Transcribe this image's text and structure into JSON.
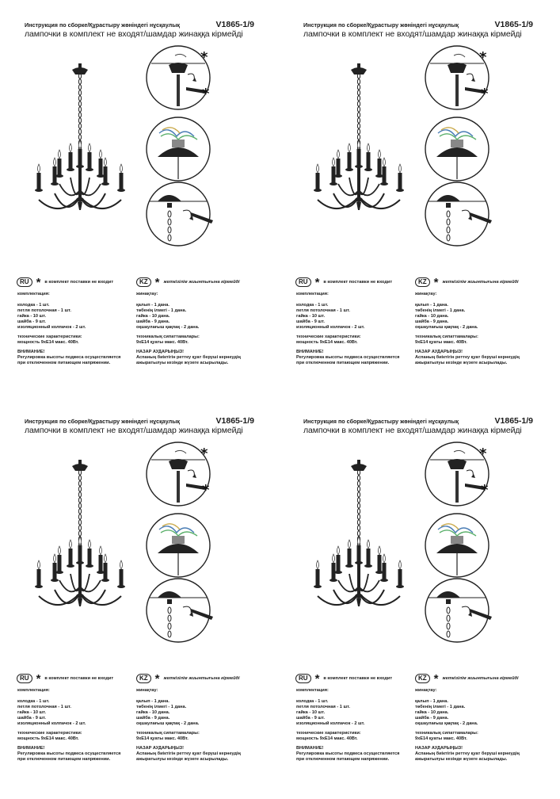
{
  "panels": [
    {
      "title": "Инструкция по сборке/Құрастыру жөніндегі нұсқаулық",
      "model": "V1865-1/9",
      "subtitle": "лампочки в комплект не входят/шамдар жинаққа кірмейді",
      "step_icons": [
        "ceiling-mount-nut-step",
        "wiring-connection-step",
        "cup-chain-adjust-step"
      ],
      "ru": {
        "badge": "RU",
        "star": "*",
        "star_note": "в комплект поставки не входит",
        "heading": "комплектация:",
        "items": [
          "колодка - 1 шт.",
          "петля потолочная - 1 шт.",
          "гайка - 10 шт.",
          "шайба - 9 шт.",
          "изоляционный колпачок - 2 шт."
        ],
        "specs_heading": "технические характеристики:",
        "specs": "мощность 9хE14 макс. 40Вт.",
        "warning_heading": "ВНИМАНИЕ!",
        "warning_lines": [
          "Регулировка высоты подвеса осуществляется",
          "при отключенном питающем напряжении."
        ]
      },
      "kz": {
        "badge": "KZ",
        "star": "*",
        "star_note": "жеткізілім жиынтығына кірмейді",
        "heading": "жинақтау:",
        "items": [
          "қалып - 1 дана.",
          "төбенің ілмегі - 1 дана.",
          "гайка - 10 дана.",
          "шайба - 9 дана.",
          "оқшаулағыш қақпақ - 2 дана."
        ],
        "specs_heading": "техникалық сипаттамалары:",
        "specs": "9хE14 қуаты макс. 40Вт.",
        "warning_heading": "НАЗАР АУДАРЫҢЫЗ!",
        "warning_lines": [
          "Аспаның биіктігін реттеу қуат беруші кернеудің",
          "ажыратылуы кезінде жүзеге асырылады."
        ]
      }
    },
    {
      "title": "Инструкция по сборке/Құрастыру жөніндегі нұсқаулық",
      "model": "V1865-1/9",
      "subtitle": "лампочки в комплект не входят/шамдар жинаққа кірмейді",
      "step_icons": [
        "ceiling-mount-nut-step",
        "wiring-connection-step",
        "cup-chain-adjust-step"
      ],
      "ru": {
        "badge": "RU",
        "star": "*",
        "star_note": "в комплект поставки не входит",
        "heading": "комплектация:",
        "items": [
          "колодка - 1 шт.",
          "петля потолочная - 1 шт.",
          "гайка - 10 шт.",
          "шайба - 9 шт.",
          "изоляционный колпачок - 2 шт."
        ],
        "specs_heading": "технические характеристики:",
        "specs": "мощность 9хE14 макс. 40Вт.",
        "warning_heading": "ВНИМАНИЕ!",
        "warning_lines": [
          "Регулировка высоты подвеса осуществляется",
          "при отключенном питающем напряжении."
        ]
      },
      "kz": {
        "badge": "KZ",
        "star": "*",
        "star_note": "жеткізілім жиынтығына кірмейді",
        "heading": "жинақтау:",
        "items": [
          "қалып - 1 дана.",
          "төбенің ілмегі - 1 дана.",
          "гайка - 10 дана.",
          "шайба - 9 дана.",
          "оқшаулағыш қақпақ - 2 дана."
        ],
        "specs_heading": "техникалық сипаттамалары:",
        "specs": "9хE14 қуаты макс. 40Вт.",
        "warning_heading": "НАЗАР АУДАРЫҢЫЗ!",
        "warning_lines": [
          "Аспаның биіктігін реттеу қуат беруші кернеудің",
          "ажыратылуы кезінде жүзеге асырылады."
        ]
      }
    },
    {
      "title": "Инструкция по сборке/Құрастыру жөніндегі нұсқаулық",
      "model": "V1865-1/9",
      "subtitle": "лампочки в комплект не входят/шамдар жинаққа кірмейді",
      "step_icons": [
        "ceiling-mount-nut-step",
        "wiring-connection-step",
        "cup-chain-adjust-step"
      ],
      "ru": {
        "badge": "RU",
        "star": "*",
        "star_note": "в комплект поставки не входит",
        "heading": "комплектация:",
        "items": [
          "колодка - 1 шт.",
          "петля потолочная - 1 шт.",
          "гайка - 10 шт.",
          "шайба - 9 шт.",
          "изоляционный колпачок - 2 шт."
        ],
        "specs_heading": "технические характеристики:",
        "specs": "мощность 9хE14 макс. 40Вт.",
        "warning_heading": "ВНИМАНИЕ!",
        "warning_lines": [
          "Регулировка высоты подвеса осуществляется",
          "при отключенном питающем напряжении."
        ]
      },
      "kz": {
        "badge": "KZ",
        "star": "*",
        "star_note": "жеткізілім жиынтығына кірмейді",
        "heading": "жинақтау:",
        "items": [
          "қалып - 1 дана.",
          "төбенің ілмегі - 1 дана.",
          "гайка - 10 дана.",
          "шайба - 9 дана.",
          "оқшаулағыш қақпақ - 2 дана."
        ],
        "specs_heading": "техникалық сипаттамалары:",
        "specs": "9хE14 қуаты макс. 40Вт.",
        "warning_heading": "НАЗАР АУДАРЫҢЫЗ!",
        "warning_lines": [
          "Аспаның биіктігін реттеу қуат беруші кернеудің",
          "ажыратылуы кезінде жүзеге асырылады."
        ]
      }
    },
    {
      "title": "Инструкция по сборке/Құрастыру жөніндегі нұсқаулық",
      "model": "V1865-1/9",
      "subtitle": "лампочки в комплект не входят/шамдар жинаққа кірмейді",
      "step_icons": [
        "ceiling-mount-nut-step",
        "wiring-connection-step",
        "cup-chain-adjust-step"
      ],
      "ru": {
        "badge": "RU",
        "star": "*",
        "star_note": "в комплект поставки не входит",
        "heading": "комплектация:",
        "items": [
          "колодка - 1 шт.",
          "петля потолочная - 1 шт.",
          "гайка - 10 шт.",
          "шайба - 9 шт.",
          "изоляционный колпачок - 2 шт."
        ],
        "specs_heading": "технические характеристики:",
        "specs": "мощность 9хE14 макс. 40Вт.",
        "warning_heading": "ВНИМАНИЕ!",
        "warning_lines": [
          "Регулировка высоты подвеса осуществляется",
          "при отключенном питающем напряжении."
        ]
      },
      "kz": {
        "badge": "KZ",
        "star": "*",
        "star_note": "жеткізілім жиынтығына кірмейді",
        "heading": "жинақтау:",
        "items": [
          "қалып - 1 дана.",
          "төбенің ілмегі - 1 дана.",
          "гайка - 10 дана.",
          "шайба - 9 дана.",
          "оқшаулағыш қақпақ - 2 дана."
        ],
        "specs_heading": "техникалық сипаттамалары:",
        "specs": "9хE14 қуаты макс. 40Вт.",
        "warning_heading": "НАЗАР АУДАРЫҢЫЗ!",
        "warning_lines": [
          "Аспаның биіктігін реттеу қуат беруші кернеудің",
          "ажыратылуы кезінде жүзеге асырылады."
        ]
      }
    }
  ]
}
